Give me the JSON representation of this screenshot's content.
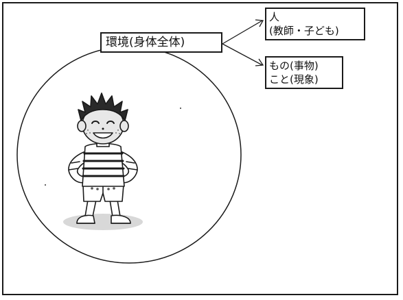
{
  "environment_box": {
    "label": "環境(身体全体)"
  },
  "people_box": {
    "line1": "人",
    "line2": "(教師・子ども)"
  },
  "things_box": {
    "line1": "もの(事物)",
    "line2": "こと(現象)"
  },
  "colors": {
    "stroke": "#1a1a1a",
    "background": "#ffffff"
  }
}
